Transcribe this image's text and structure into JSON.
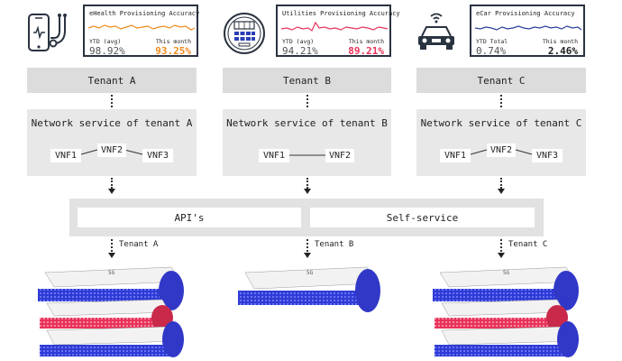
{
  "kpis": [
    {
      "title": "eHealth Provisioning Accuracy",
      "ytd_label": "YTD (avg)",
      "ytd_value": "98.92%",
      "month_label": "This month",
      "month_value": "93.25%",
      "accent": "#f08a1c",
      "icon": "phone-stethoscope-icon"
    },
    {
      "title": "Utilities Provisioning Accuracy",
      "ytd_label": "YTD (avg)",
      "ytd_value": "94.21%",
      "month_label": "This month",
      "month_value": "89.21%",
      "accent": "#e8335a",
      "icon": "smart-meter-icon"
    },
    {
      "title": "eCar Provisioning Accuracy",
      "ytd_label": "YTD Total",
      "ytd_value": "0.74%",
      "month_label": "This month",
      "month_value": "2.46%",
      "accent": "#2a3f9e",
      "icon": "connected-car-icon"
    }
  ],
  "tenants": [
    "Tenant A",
    "Tenant B",
    "Tenant C"
  ],
  "networks": [
    {
      "title": "Network service of tenant A",
      "vnfs": [
        "VNF1",
        "VNF2",
        "VNF3"
      ]
    },
    {
      "title": "Network service of tenant B",
      "vnfs": [
        "VNF1",
        "VNF2"
      ]
    },
    {
      "title": "Network service of tenant C",
      "vnfs": [
        "VNF1",
        "VNF2",
        "VNF3"
      ]
    }
  ],
  "api": {
    "left_label": "API's",
    "right_label": "Self-service"
  },
  "slice_labels": [
    "Tenant A",
    "Tenant B",
    "Tenant C"
  ],
  "slice_mark": "5G",
  "colors": {
    "tenant_bg": "#dcdcdc",
    "network_bg": "#e8e8e8",
    "slice_blue": "#2f3bd6",
    "slice_red": "#e8335a"
  }
}
